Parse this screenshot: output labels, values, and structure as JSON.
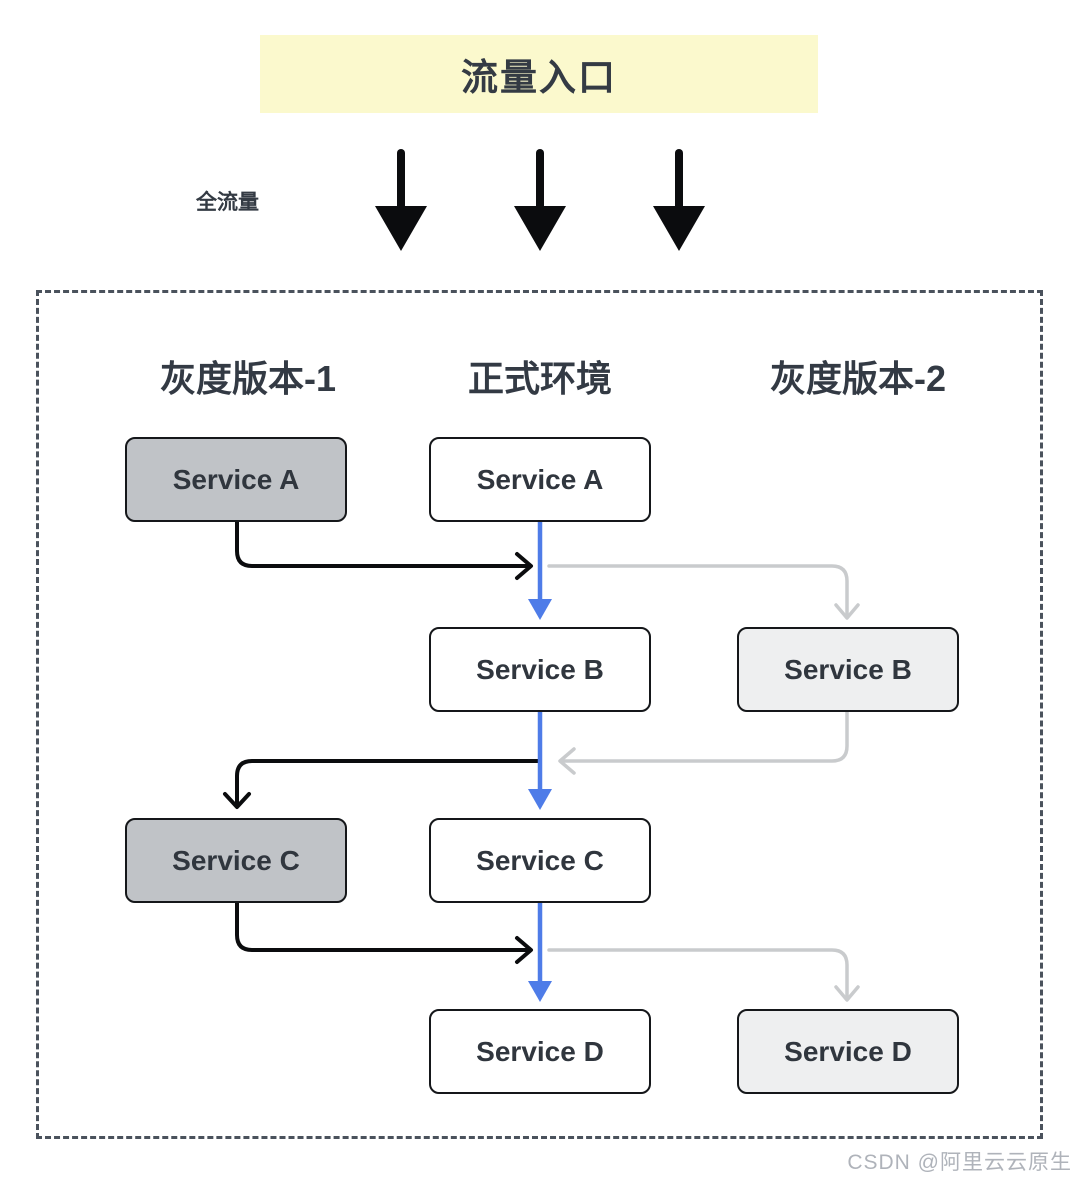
{
  "header": {
    "entry_label": "流量入口",
    "full_traffic_label": "全流量"
  },
  "columns": [
    {
      "label": "灰度版本-1"
    },
    {
      "label": "正式环境"
    },
    {
      "label": "灰度版本-2"
    }
  ],
  "nodes": [
    {
      "id": "gray1-service-a",
      "label": "Service A",
      "variant": "gray"
    },
    {
      "id": "prod-service-a",
      "label": "Service A",
      "variant": "white"
    },
    {
      "id": "prod-service-b",
      "label": "Service B",
      "variant": "white"
    },
    {
      "id": "gray2-service-b",
      "label": "Service B",
      "variant": "light"
    },
    {
      "id": "gray1-service-c",
      "label": "Service C",
      "variant": "gray"
    },
    {
      "id": "prod-service-c",
      "label": "Service C",
      "variant": "white"
    },
    {
      "id": "prod-service-d",
      "label": "Service D",
      "variant": "white"
    },
    {
      "id": "gray2-service-d",
      "label": "Service D",
      "variant": "light"
    }
  ],
  "watermark": "CSDN @阿里云云原生",
  "colors": {
    "entry_bg": "#FBF9CD",
    "node_gray": "#C0C3C7",
    "node_light": "#EEEFF0",
    "arrow_blue": "#4E7CE8",
    "arrow_gray": "#C9CBCD",
    "arrow_black": "#0B0C0E",
    "dashed_border": "#4A525C",
    "text_dark": "#333A44",
    "watermark_gray": "#AFB3BA"
  }
}
